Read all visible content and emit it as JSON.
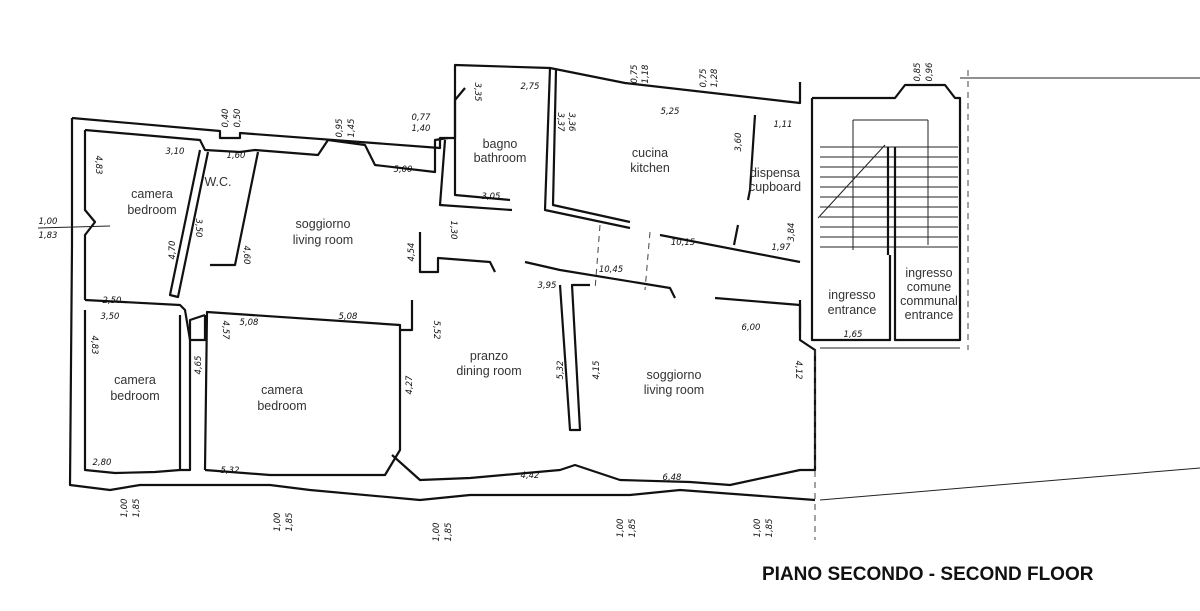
{
  "title": "PIANO SECONDO - SECOND FLOOR",
  "rooms": {
    "bedroom1": {
      "it": "camera",
      "en": "bedroom"
    },
    "wc": {
      "label": "W.C."
    },
    "living1": {
      "it": "soggiorno",
      "en": "living room"
    },
    "bathroom": {
      "it": "bagno",
      "en": "bathroom"
    },
    "kitchen": {
      "it": "cucina",
      "en": "kitchen"
    },
    "cupboard": {
      "it": "dispensa",
      "en": "cupboard"
    },
    "bedroom2": {
      "it": "camera",
      "en": "bedroom"
    },
    "bedroom3": {
      "it": "camera",
      "en": "bedroom"
    },
    "dining": {
      "it": "pranzo",
      "en": "dining room"
    },
    "living2": {
      "it": "soggiorno",
      "en": "living room"
    },
    "entrance": {
      "it": "ingresso",
      "en": "entrance"
    },
    "communal": {
      "it1": "ingresso",
      "it2": "comune",
      "en1": "communal",
      "en2": "entrance"
    }
  },
  "dims": [
    "3,10",
    "4,83",
    "1,60",
    "0,40",
    "0,50",
    "0,95",
    "1,45",
    "5,00",
    "0,77",
    "1,40",
    "3,35",
    "2,75",
    "3,37",
    "3,36",
    "0,75",
    "1,18",
    "5,25",
    "0,75",
    "1,28",
    "1,11",
    "3,60",
    "3,84",
    "1,97",
    "10,15",
    "3,05",
    "4,70",
    "3,50",
    "4,60",
    "4,54",
    "1,30",
    "10,45",
    "3,95",
    "2,50",
    "3,50",
    "5,08",
    "5,08",
    "4,83",
    "4,65",
    "4,57",
    "5,52",
    "4,27",
    "5,32",
    "4,15",
    "6,00",
    "4,12",
    "1,65",
    "0,85",
    "0,96",
    "1,00",
    "1,83",
    "2,80",
    "5,32",
    "4,42",
    "6,48",
    "1,00",
    "1,85",
    "1,00",
    "1,85",
    "1,00",
    "1,85",
    "1,00",
    "1,85",
    "1,00",
    "1,85"
  ]
}
